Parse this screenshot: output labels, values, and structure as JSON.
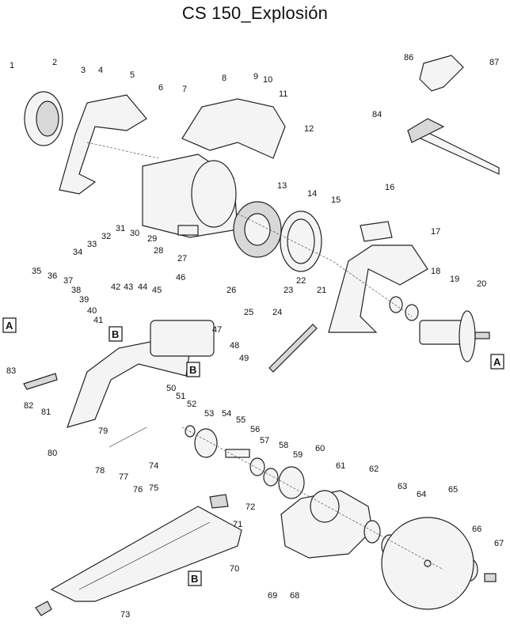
{
  "title": "CS 150_Explosión",
  "callouts": [
    "1",
    "2",
    "3",
    "4",
    "5",
    "6",
    "7",
    "8",
    "9",
    "10",
    "11",
    "12",
    "13",
    "14",
    "15",
    "16",
    "17",
    "18",
    "19",
    "20",
    "21",
    "22",
    "23",
    "24",
    "25",
    "26",
    "27",
    "28",
    "29",
    "30",
    "31",
    "32",
    "33",
    "34",
    "35",
    "36",
    "37",
    "38",
    "39",
    "40",
    "41",
    "42",
    "43",
    "44",
    "45",
    "46",
    "47",
    "48",
    "49",
    "50",
    "51",
    "52",
    "53",
    "54",
    "55",
    "56",
    "57",
    "58",
    "59",
    "60",
    "61",
    "62",
    "63",
    "64",
    "65",
    "66",
    "67",
    "68",
    "69",
    "70",
    "71",
    "72",
    "73",
    "74",
    "75",
    "76",
    "77",
    "78",
    "79",
    "80",
    "81",
    "82",
    "83",
    "84",
    "86",
    "87"
  ],
  "box_labels": [
    "A",
    "B"
  ]
}
